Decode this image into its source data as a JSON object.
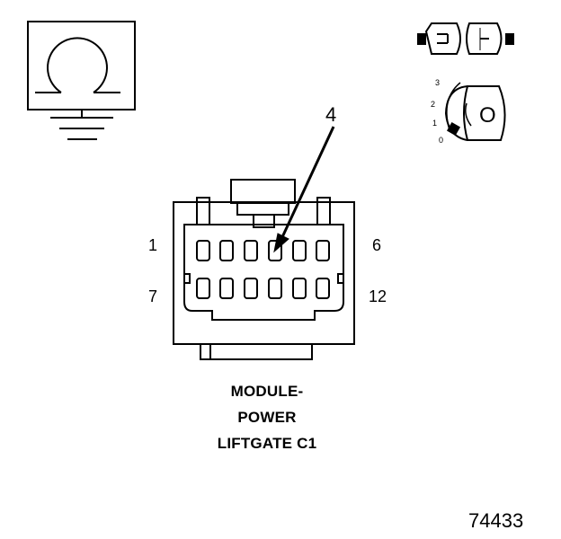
{
  "connector": {
    "title_lines": [
      "MODULE-",
      "POWER",
      "LIFTGATE C1"
    ],
    "pin_labels": {
      "top_left": "1",
      "top_right": "6",
      "bottom_left": "7",
      "bottom_right": "12"
    },
    "callout": "4"
  },
  "key_icon": {
    "positions": [
      "3",
      "2",
      "1",
      "0"
    ],
    "key_text": "O"
  },
  "figure_number": "74433"
}
